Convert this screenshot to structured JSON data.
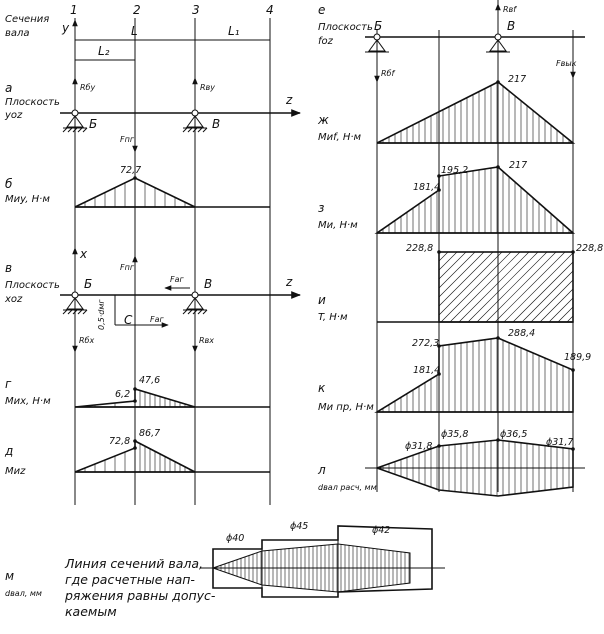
{
  "header": {
    "sections_title": "Сечения вала",
    "section_numbers": [
      "1",
      "2",
      "3",
      "4"
    ],
    "dims": {
      "L": "L",
      "L1": "L₁",
      "L2": "L₂"
    },
    "y_axis": "y"
  },
  "panel_a": {
    "letter": "а",
    "title": "Плоскость yoz",
    "reaction_B": "Rбy",
    "reaction_V": "Rвy",
    "support_B": "Б",
    "support_V": "В",
    "force": "Fпг",
    "axis_z": "z"
  },
  "panel_b": {
    "letter": "б",
    "title": "Mиy, Н·м",
    "values": [
      "72,7"
    ]
  },
  "panel_v": {
    "letter": "в",
    "title": "Плоскость xoz",
    "axis_x": "x",
    "axis_z": "z",
    "force_r": "Fпг",
    "force_a": "Fаг",
    "force_c": "Fаг",
    "point_c": "C",
    "moment_arm": "0,5·dмг",
    "reaction_B": "Rбx",
    "reaction_V": "Rвx",
    "support_B": "Б",
    "support_V": "В"
  },
  "panel_g": {
    "letter": "г",
    "title": "Mиx, Н·м",
    "values": [
      "6,2",
      "47,6"
    ]
  },
  "panel_d": {
    "letter": "д",
    "title": "Mиz",
    "values": [
      "72,8",
      "86,7"
    ]
  },
  "panel_e": {
    "letter": "е",
    "title": "Плоскость fоz",
    "reaction_top": "Rвf",
    "reaction_B": "Rбf",
    "support_B": "Б",
    "support_V": "В",
    "force": "Fвык"
  },
  "panel_zh": {
    "letter": "ж",
    "title": "Mиf, Н·м",
    "values": [
      "217"
    ]
  },
  "panel_z": {
    "letter": "з",
    "title": "Mи, Н·м",
    "values": [
      "181,4",
      "195,2",
      "217"
    ]
  },
  "panel_i": {
    "letter": "и",
    "title": "T, Н·м",
    "values": [
      "228,8",
      "228,8"
    ]
  },
  "panel_k": {
    "letter": "к",
    "title": "Mи пр, Н·м",
    "values": [
      "181,4",
      "272,3",
      "288,4",
      "189,9"
    ]
  },
  "panel_l": {
    "letter": "л",
    "title": "dвал расч, мм",
    "diameters": [
      "ϕ31,8",
      "ϕ35,8",
      "ϕ36,5",
      "ϕ31,7"
    ]
  },
  "panel_m": {
    "letter": "м",
    "title": "dвал, мм",
    "note_lines": [
      "Линия сечений вала,",
      "где расчетные нап-",
      "ряжения равны допус-",
      "каемым"
    ],
    "diameters": [
      "ϕ40",
      "ϕ45",
      "ϕ42"
    ]
  }
}
